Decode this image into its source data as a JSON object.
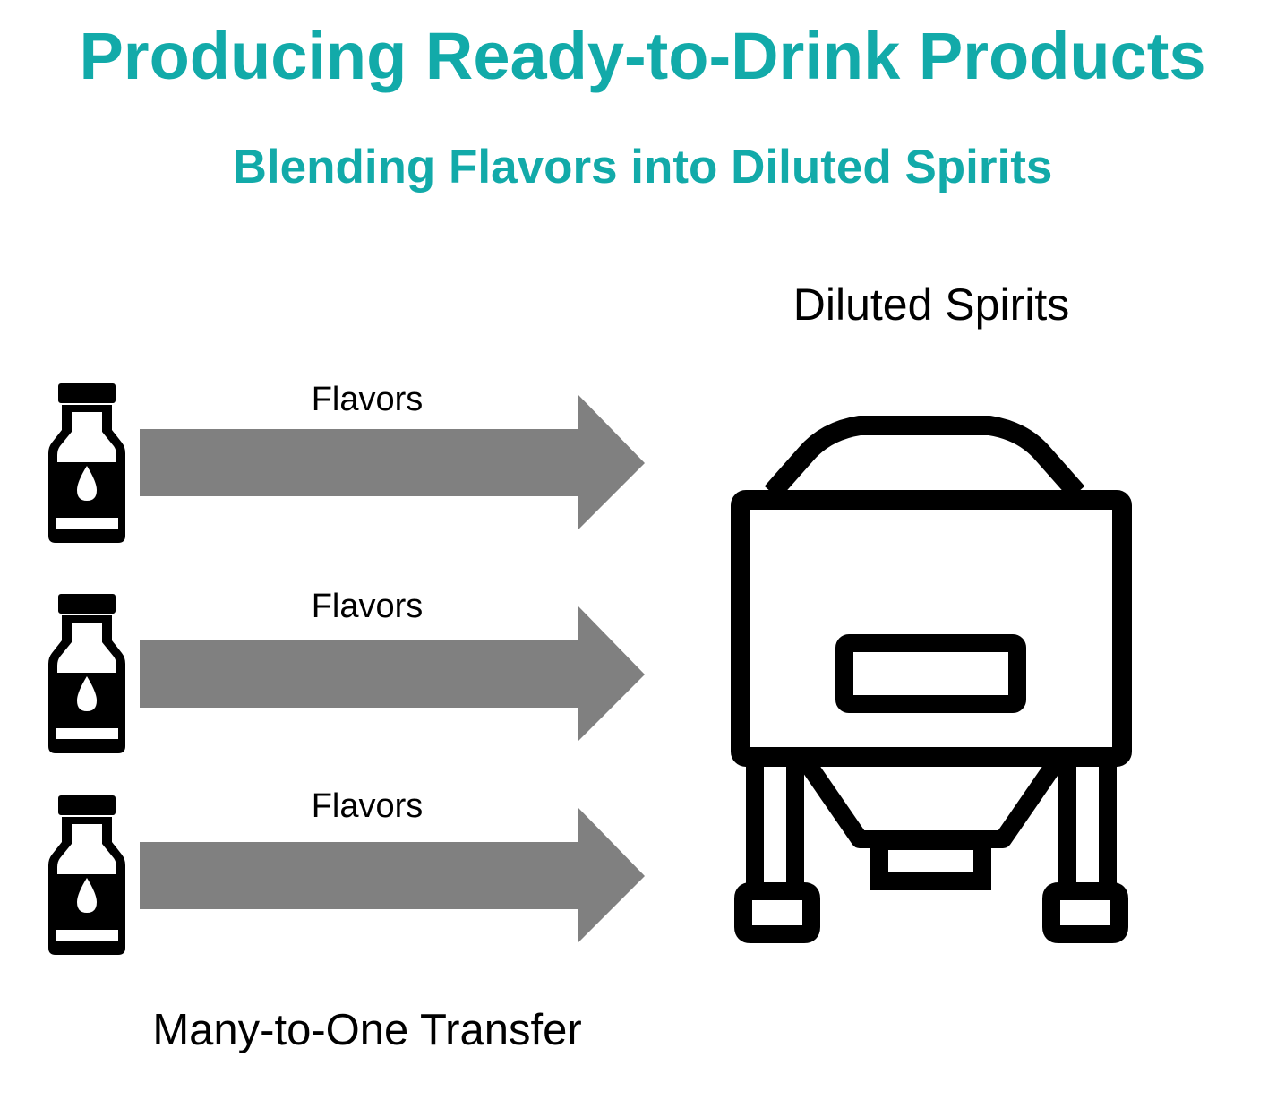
{
  "title": "Producing Ready-to-Drink Products",
  "subtitle": "Blending Flavors into Diluted Spirits",
  "target": {
    "label": "Diluted Spirits",
    "icon": "tank-icon"
  },
  "flows": [
    {
      "label": "Flavors",
      "source_icon": "flavor-bottle-icon",
      "arrow_color": "#808080"
    },
    {
      "label": "Flavors",
      "source_icon": "flavor-bottle-icon",
      "arrow_color": "#808080"
    },
    {
      "label": "Flavors",
      "source_icon": "flavor-bottle-icon",
      "arrow_color": "#808080"
    }
  ],
  "footer": "Many-to-One Transfer",
  "colors": {
    "accent": "#12aaa9",
    "arrow": "#808080",
    "icon": "#000000"
  }
}
